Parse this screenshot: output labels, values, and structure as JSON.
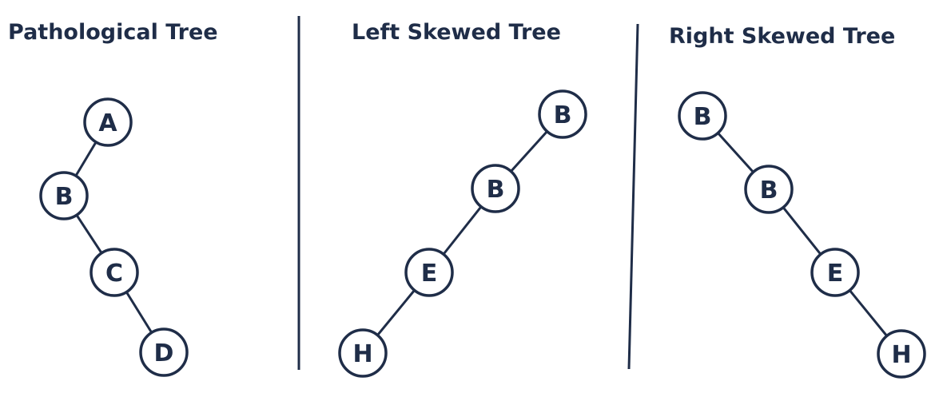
{
  "panels": [
    {
      "title": "Pathological Tree",
      "nodes": [
        "A",
        "B",
        "C",
        "D"
      ]
    },
    {
      "title": "Left Skewed Tree",
      "nodes": [
        "B",
        "B",
        "E",
        "H"
      ]
    },
    {
      "title": "Right Skewed Tree",
      "nodes": [
        "B",
        "B",
        "E",
        "H"
      ]
    }
  ],
  "colors": {
    "ink": "#1f2d48",
    "background": "#ffffff"
  }
}
